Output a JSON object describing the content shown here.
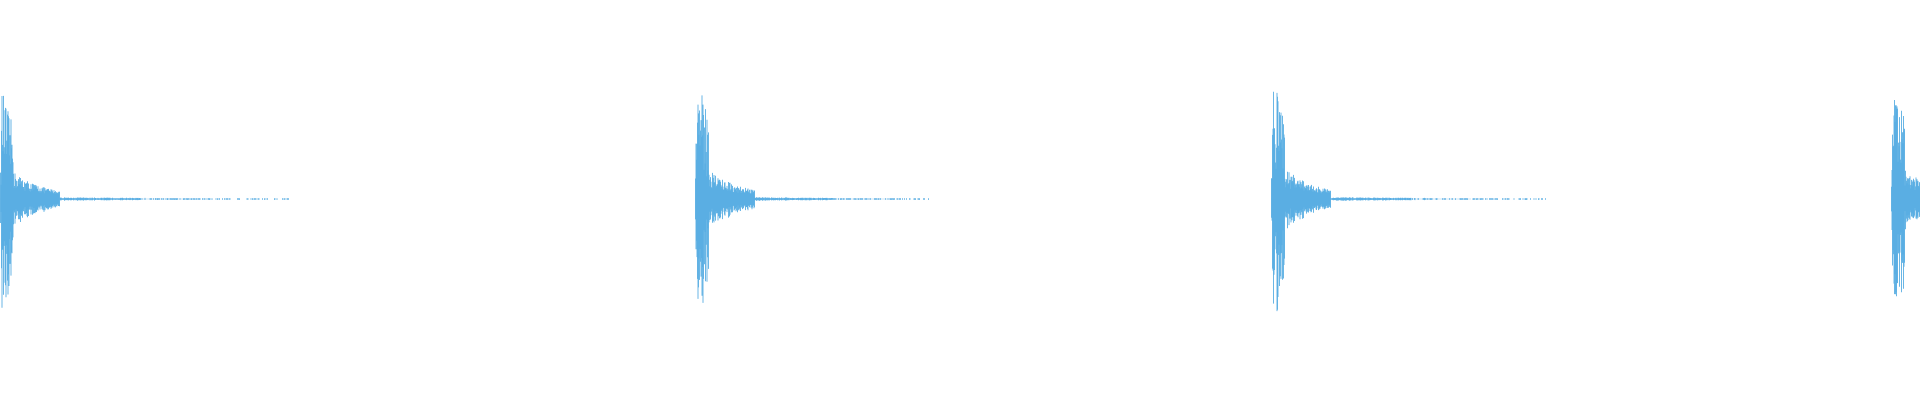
{
  "waveform": {
    "color": "#5aaee3",
    "background": "#ffffff",
    "bursts": [
      {
        "index": 1,
        "peak_amplitude": 0.86,
        "tail": 0.09,
        "decay": 0.55
      },
      {
        "index": 2,
        "peak_amplitude": 0.98,
        "tail": 0.1,
        "decay": 0.5
      },
      {
        "index": 3,
        "peak_amplitude": 1.0,
        "tail": 0.1,
        "decay": 0.5
      },
      {
        "index": 4,
        "peak_amplitude": 0.95,
        "tail": 0.1,
        "decay": 0.5
      }
    ]
  }
}
